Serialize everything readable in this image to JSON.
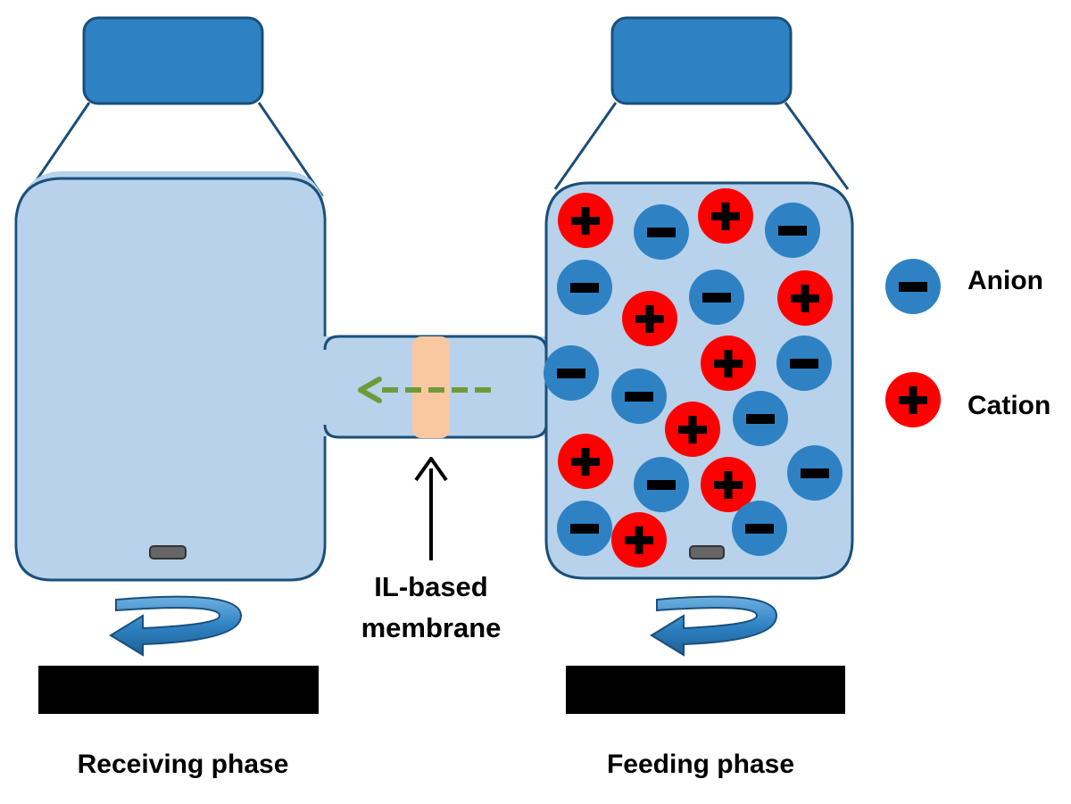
{
  "labels": {
    "receiving_phase": "Receiving phase",
    "feeding_phase": "Feeding phase",
    "membrane_line1": "IL-based",
    "membrane_line2": "membrane",
    "legend_anion": "Anion",
    "legend_cation": "Cation"
  },
  "colors": {
    "cap_fill": "#2e82c4",
    "cap_stroke": "#1a4f7a",
    "liquid": "#b7d2ea",
    "outline": "#1a4f7a",
    "anion": "#2e82c4",
    "cation": "#ff0000",
    "membrane": "#fac8a0",
    "flow_arrow": "#6f9a3a",
    "stir_arrow": "#2e82c4",
    "stir_plate": "#000000",
    "stir_bar": "#666666"
  },
  "icons": {
    "anion": "minus-circle-icon",
    "cation": "plus-circle-icon",
    "stir": "rotation-arrow-icon"
  }
}
